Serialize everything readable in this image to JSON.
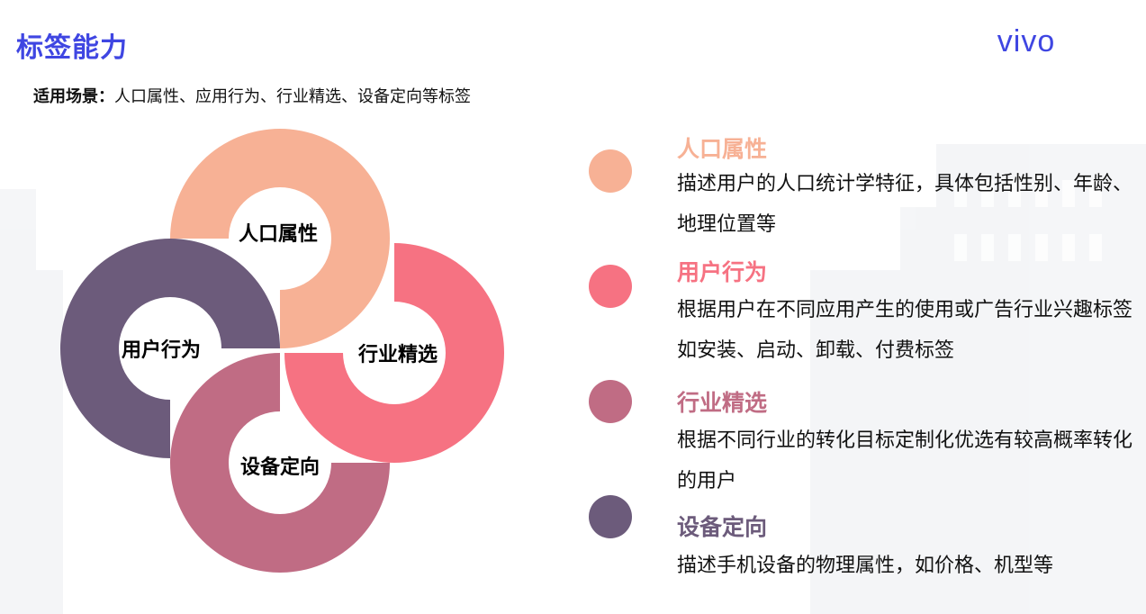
{
  "page": {
    "title": "标签能力",
    "brand": "vivo",
    "scene_label": "适用场景：",
    "scene_text": "人口属性、应用行为、行业精选、设备定向等标签"
  },
  "colors": {
    "title": "#3f46e2",
    "demographic": "#f7b195",
    "behavior": "#f67282",
    "industry": "#c06c84",
    "device": "#6c5b7b"
  },
  "rings": [
    {
      "label": "人口属性"
    },
    {
      "label": "用户行为"
    },
    {
      "label": "行业精选"
    },
    {
      "label": "设备定向"
    }
  ],
  "legend": [
    {
      "title": "人口属性",
      "desc": "描述用户的人口统计学特征，具体包括性别、年龄、地理位置等"
    },
    {
      "title": "用户行为",
      "desc": "根据用户在不同应用产生的使用或广告行业兴趣标签如安装、启动、卸载、付费标签"
    },
    {
      "title": "行业精选",
      "desc": "根据不同行业的转化目标定制化优选有较高概率转化的用户"
    },
    {
      "title": "设备定向",
      "desc": "描述手机设备的物理属性，如价格、机型等"
    }
  ]
}
